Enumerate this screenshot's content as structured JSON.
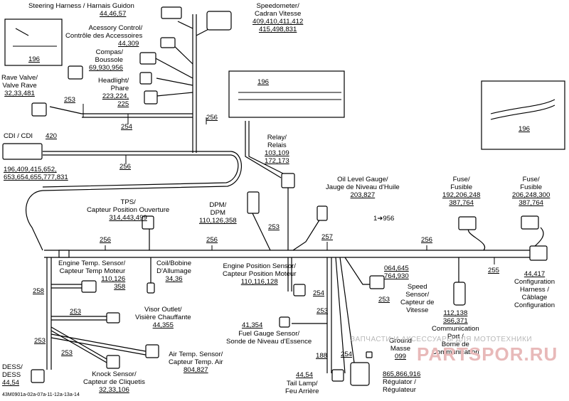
{
  "labels": {
    "steering": {
      "l1": "Steering Harness / Harnais Guidon",
      "parts": "44,46,57"
    },
    "speedometer": {
      "l1": "Speedometer/",
      "l2": "Cadran Vitesse",
      "p1": "409,410,411,412",
      "p2": "415,498,831"
    },
    "inset_left": {
      "num": "196"
    },
    "accessory": {
      "l1": "Acessory Control/",
      "l2": "Contrôle des Accessoires",
      "parts": "44,309"
    },
    "compas": {
      "l1": "Compas/",
      "l2": "Boussole",
      "parts": "69,930,956"
    },
    "rave": {
      "l1": "Rave Valve/",
      "l2": "Valve Rave",
      "parts": "32,33,481"
    },
    "headlight": {
      "l1": "Headlight/",
      "l2": "Phare",
      "p1": "223,224,",
      "p2": "225"
    },
    "cdi": {
      "l1": "CDI / CDI",
      "num": "420",
      "p1": "196,409,415,652,",
      "p2": "653,654,655,777,831"
    },
    "inset_relay": {
      "num": "196"
    },
    "relay": {
      "l1": "Relay/",
      "l2": "Relais",
      "p1": "103,109",
      "p2": "172,173"
    },
    "oil": {
      "l1": "Oil Level Gauge/",
      "l2": "Jauge de Niveau d'Huile",
      "parts": "203,827"
    },
    "inset_right": {
      "num": "196"
    },
    "fuse1": {
      "l1": "Fuse/",
      "l2": "Fusible",
      "p1": "192,206,248",
      "p2": "387,764"
    },
    "fuse2": {
      "l1": "Fuse/",
      "l2": "Fusible",
      "p1": "206,248,300",
      "p2": "387,764"
    },
    "tps": {
      "l1": "TPS/",
      "l2": "Capteur Position Ouverture",
      "parts": "314,443,499"
    },
    "dpm": {
      "l1": "DPM/",
      "l2": "DPM",
      "parts": "110,126,358"
    },
    "arrow_ref": {
      "text": "1➔956"
    },
    "engine_temp": {
      "l1": "Engine Temp. Sensor/",
      "l2": "Capteur Temp Moteur",
      "p1": "110,126",
      "p2": "358"
    },
    "coil": {
      "l1": "Coil/Bobine",
      "l2": "D'Allumage",
      "parts": "34,36"
    },
    "engine_pos": {
      "l1": "Engine Position Sensor/",
      "l2": "Capteur Position Moteur",
      "parts": "110,116,128"
    },
    "speed_sensor": {
      "p1": "064,645",
      "p2": "764,930",
      "l1": "Speed",
      "l2": "Sensor/",
      "l3": "Capteur de",
      "l4": "Vitesse"
    },
    "comm_port": {
      "p1": "112,138",
      "p2": "366,371",
      "l1": "Communication",
      "l2": "Port /",
      "l3": "Borne de",
      "l4": "Communication"
    },
    "config": {
      "parts": "44,417",
      "l1": "Configuration",
      "l2": "Harness /",
      "l3": "Câblage",
      "l4": "Configuration"
    },
    "visor": {
      "l1": "Visor Outlet/",
      "l2": "Visière Chauffante",
      "parts": "44,355"
    },
    "fuel": {
      "parts": "41,354",
      "l1": "Fuel Gauge Sensor/",
      "l2": "Sonde de Niveau d'Essence"
    },
    "ground": {
      "l1": "Ground",
      "l2": "Masse",
      "parts": "099"
    },
    "air": {
      "l1": "Air Temp. Sensor/",
      "l2": "Capteur Temp. Air",
      "parts": "804,827"
    },
    "knock": {
      "l1": "Knock Sensor/",
      "l2": "Capteur de Cliquetis",
      "parts": "32,33,106"
    },
    "dess": {
      "l1": "DESS/",
      "l2": "DESS",
      "parts": "44,54"
    },
    "tail": {
      "parts": "44,54",
      "l1": "Tail Lamp/",
      "l2": "Feu Arrière"
    },
    "regulator": {
      "parts": "865,866,916",
      "l1": "Régulator /",
      "l2": "Régulateur"
    },
    "footer": {
      "code": "43M0901a-02a-07a-11-12a-13a-14"
    }
  },
  "wire_numbers": [
    "253",
    "256",
    "254",
    "256",
    "256",
    "256",
    "257",
    "256",
    "255",
    "253",
    "258",
    "253",
    "253",
    "253",
    "254",
    "253",
    "253",
    "188",
    "254"
  ],
  "watermark": {
    "line1": "ЗАПЧАСТИ И АКСЕССУАРЫ ДЛЯ МОТОТЕХНИКИ",
    "line2": "PARTSPOR.RU"
  }
}
